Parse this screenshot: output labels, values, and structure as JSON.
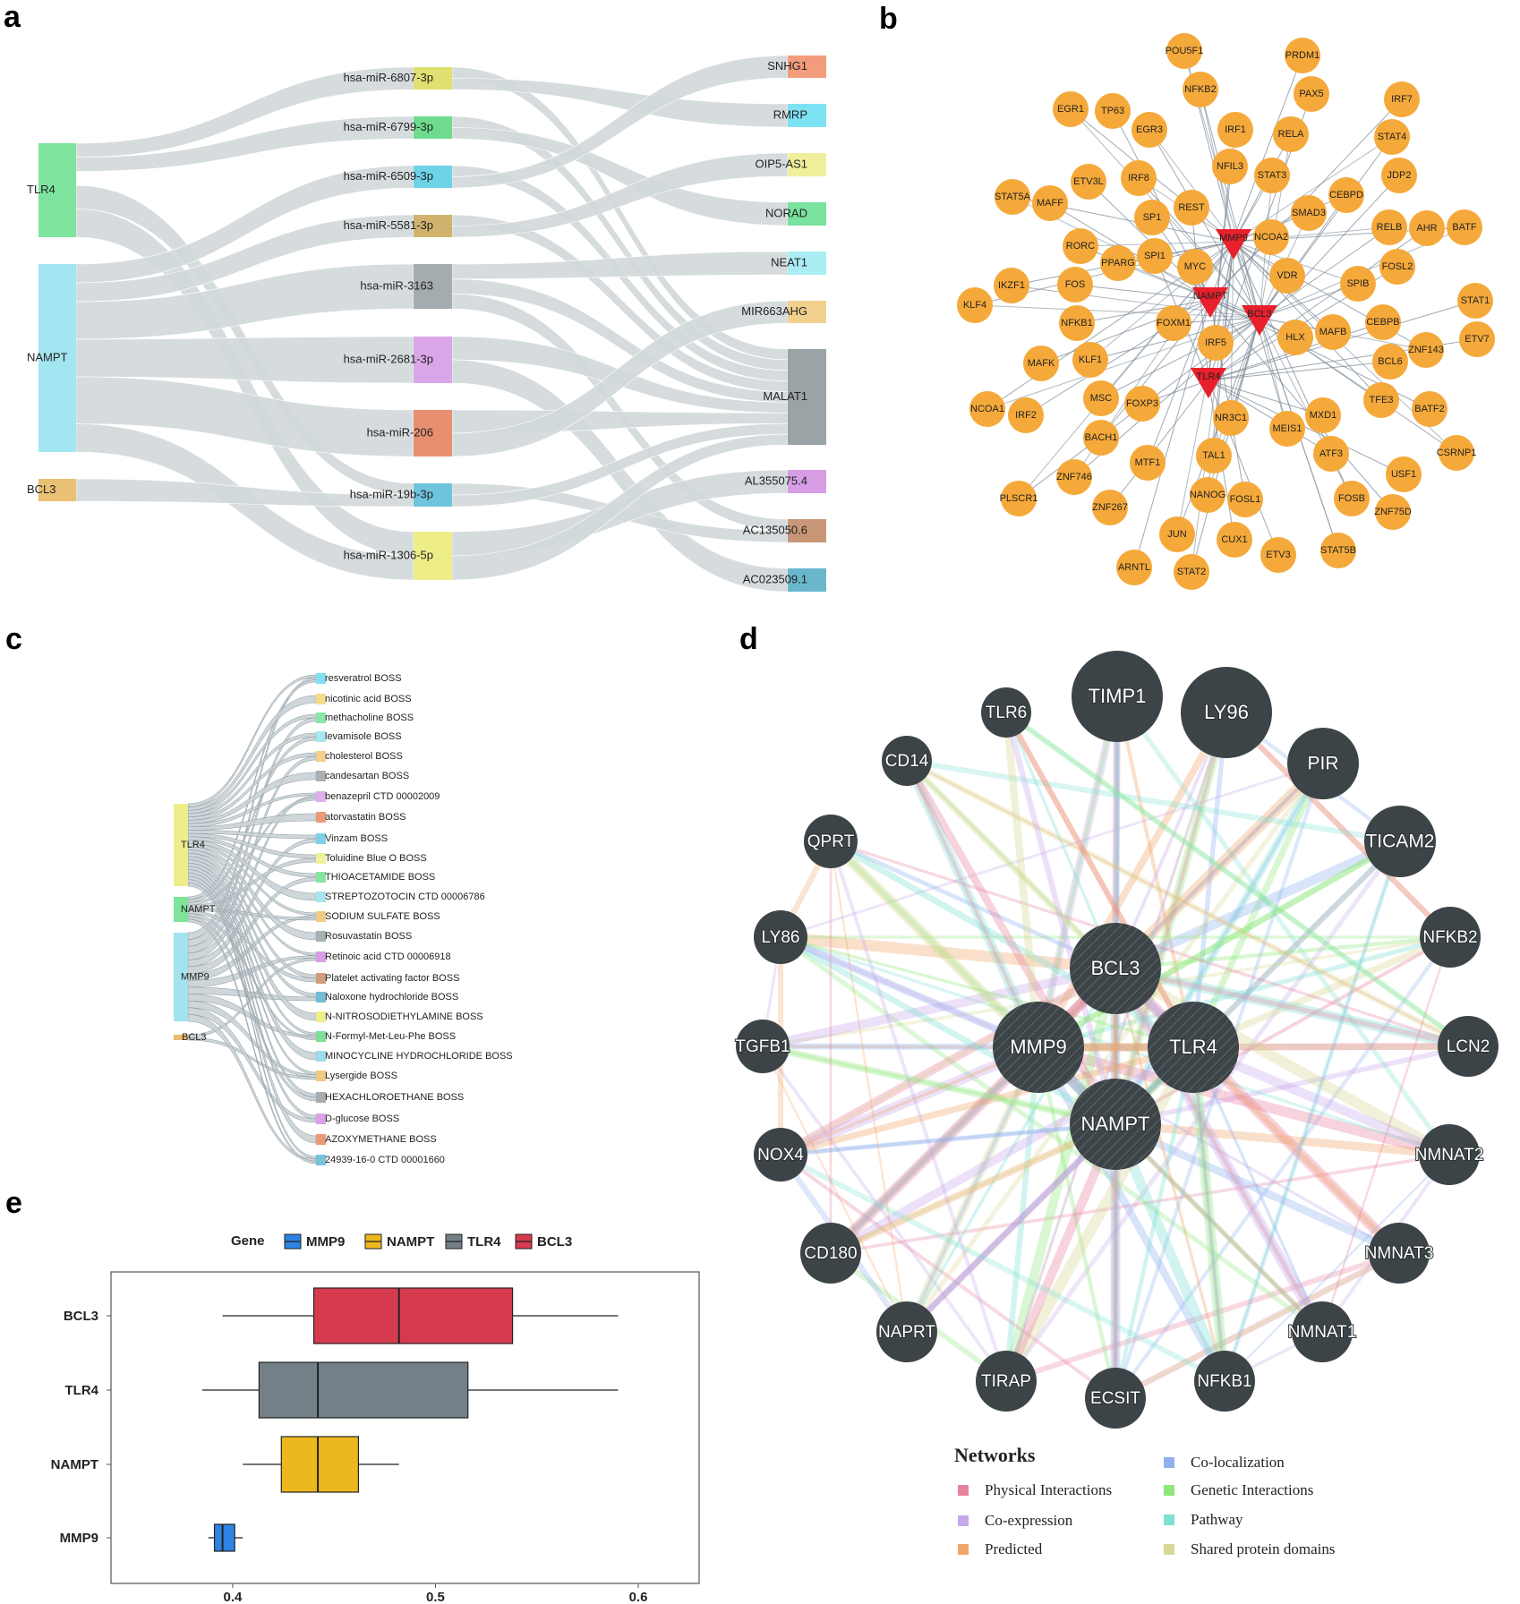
{
  "panels": {
    "a": "a",
    "b": "b",
    "c": "c",
    "d": "d",
    "e": "e"
  },
  "panel_a": {
    "genes": [
      "TLR4",
      "NAMPT",
      "BCL3"
    ],
    "mirnas": [
      "hsa-miR-6807-3p",
      "hsa-miR-6799-3p",
      "hsa-miR-6509-3p",
      "hsa-miR-5581-3p",
      "hsa-miR-3163",
      "hsa-miR-2681-3p",
      "hsa-miR-206",
      "hsa-miR-19b-3p",
      "hsa-miR-1306-5p"
    ],
    "lncrnas": [
      "SNHG1",
      "RMRP",
      "OIP5-AS1",
      "NORAD",
      "NEAT1",
      "MIR663AHG",
      "MALAT1",
      "AL355075.4",
      "AC135050.6",
      "AC023509.1"
    ],
    "colors": {
      "TLR4": "#7fe3a0",
      "NAMPT": "#a3e5f0",
      "BCL3": "#e9c074",
      "hsa-miR-6807-3p": "#dfe070",
      "hsa-miR-6799-3p": "#6fdb8e",
      "hsa-miR-6509-3p": "#6fd3e8",
      "hsa-miR-5581-3p": "#d1b36e",
      "hsa-miR-3163": "#a4acaf",
      "hsa-miR-2681-3p": "#dba6e8",
      "hsa-miR-206": "#e88f6f",
      "hsa-miR-19b-3p": "#6ec4dc",
      "hsa-miR-1306-5p": "#eeee88",
      "SNHG1": "#f29c7c",
      "RMRP": "#7ee2f5",
      "OIP5-AS1": "#f0f09c",
      "NORAD": "#79e29d",
      "NEAT1": "#aaeef4",
      "MIR663AHG": "#f2d08e",
      "MALAT1": "#9aa3a6",
      "AL355075.4": "#d79ee6",
      "AC135050.6": "#c99777",
      "AC023509.1": "#6ab7cc"
    }
  },
  "panel_b": {
    "hubs": [
      "MMP9",
      "NAMPT",
      "BCL3",
      "TLR4"
    ],
    "tfs": [
      "POU5F1",
      "PRDM1",
      "NFKB2",
      "PAX5",
      "EGR1",
      "TP63",
      "EGR3",
      "IRF1",
      "RELA",
      "IRF7",
      "STAT4",
      "NFIL3",
      "STAT3",
      "ETV3L",
      "IRF8",
      "JDP2",
      "STAT5A",
      "MAFF",
      "CEBPD",
      "REST",
      "SMAD3",
      "SP1",
      "RELB",
      "AHR",
      "BATF",
      "NCOA2",
      "RORC",
      "SPI1",
      "PPARG",
      "MYC",
      "VDR",
      "FOSL2",
      "IKZF1",
      "FOS",
      "SPIB",
      "STAT1",
      "KLF4",
      "NFKB1",
      "FOXM1",
      "CEBPB",
      "MAFB",
      "HLX",
      "IRF5",
      "ETV7",
      "ZNF143",
      "MAFK",
      "KLF1",
      "BCL6",
      "NCOA1",
      "IRF2",
      "MSC",
      "FOXP3",
      "TFE3",
      "BATF2",
      "NR3C1",
      "MXD1",
      "MEIS1",
      "BACH1",
      "CSRNP1",
      "ATF3",
      "TAL1",
      "MTF1",
      "ZNF746",
      "USF1",
      "NANOG",
      "FOSL1",
      "PLSCR1",
      "ZNF267",
      "FOSB",
      "ZNF75D",
      "JUN",
      "CUX1",
      "STAT5B",
      "ARNTL",
      "STAT2",
      "ETV3"
    ],
    "colors": {
      "tf": "#f5a93a",
      "hub": "#e8202c",
      "edge": "#7d8c99"
    }
  },
  "panel_c": {
    "genes": [
      "TLR4",
      "NAMPT",
      "MMP9",
      "BCL3"
    ],
    "drugs": [
      "resveratrol BOSS",
      "nicotinic acid BOSS",
      "methacholine BOSS",
      "levamisole BOSS",
      "cholesterol BOSS",
      "candesartan BOSS",
      "benazepril CTD 00002009",
      "atorvastatin BOSS",
      "Vinzam BOSS",
      "Toluidine Blue O BOSS",
      "THIOACETAMIDE BOSS",
      "STREPTOZOTOCIN CTD 00006786",
      "SODIUM SULFATE BOSS",
      "Rosuvastatin BOSS",
      "Retinoic acid CTD 00006918",
      "Platelet activating factor BOSS",
      "Naloxone hydrochloride BOSS",
      "N-NITROSODIETHYLAMINE BOSS",
      "N-Formyl-Met-Leu-Phe BOSS",
      "MINOCYCLINE HYDROCHLORIDE BOSS",
      "Lysergide BOSS",
      "HEXACHLOROETHANE BOSS",
      "D-glucose BOSS",
      "AZOXYMETHANE BOSS",
      "24939-16-0 CTD 00001660"
    ],
    "gene_colors": {
      "TLR4": "#eded8a",
      "NAMPT": "#7fe39a",
      "MMP9": "#a3e2ef",
      "BCL3": "#e9bd6f"
    },
    "drug_colors": [
      "#82e0f0",
      "#f4dc8a",
      "#8be6a8",
      "#a7e8f0",
      "#f4cf8e",
      "#a9b0b3",
      "#dfb0ec",
      "#ec9a7a",
      "#80d1e8",
      "#f0f09a",
      "#86e49f",
      "#a6e5ef",
      "#f1cb86",
      "#a6afb2",
      "#d89de4",
      "#cf9e7f",
      "#76bcd4",
      "#eeee8c",
      "#7fdf98",
      "#9edcec",
      "#f1c982",
      "#a7adb0",
      "#dba2e8",
      "#eb9a79",
      "#78c3d9"
    ]
  },
  "panel_d": {
    "nodes": [
      "TIMP1",
      "LY96",
      "PIR",
      "TICAM2",
      "NFKB2",
      "LCN2",
      "NMNAT2",
      "NMNAT3",
      "NMNAT1",
      "NFKB1",
      "ECSIT",
      "TIRAP",
      "NAPRT",
      "CD180",
      "NOX4",
      "TGFB1",
      "LY86",
      "QPRT",
      "CD14",
      "TLR6",
      "BCL3",
      "MMP9",
      "TLR4",
      "NAMPT"
    ],
    "legend_title": "Networks",
    "legend": [
      {
        "label": "Physical Interactions",
        "color": "#e9829f"
      },
      {
        "label": "Co-expression",
        "color": "#c8a8ec"
      },
      {
        "label": "Predicted",
        "color": "#f2a66a"
      },
      {
        "label": "Co-localization",
        "color": "#8fb2ee"
      },
      {
        "label": "Genetic Interactions",
        "color": "#8ee77d"
      },
      {
        "label": "Pathway",
        "color": "#7ee0d3"
      },
      {
        "label": "Shared protein domains",
        "color": "#d6d896"
      }
    ]
  },
  "chart_data": {
    "type": "boxplot",
    "legend_title": "Gene",
    "xlim": [
      0.34,
      0.63
    ],
    "xticks": [
      0.4,
      0.5,
      0.6
    ],
    "xtick_labels": [
      "0.4",
      "0.5",
      "0.6"
    ],
    "categories": [
      "BCL3",
      "TLR4",
      "NAMPT",
      "MMP9"
    ],
    "legend_order": [
      "MMP9",
      "NAMPT",
      "TLR4",
      "BCL3"
    ],
    "series": [
      {
        "name": "BCL3",
        "color": "#d63a4f",
        "min": 0.395,
        "q1": 0.44,
        "median": 0.482,
        "q3": 0.538,
        "max": 0.59
      },
      {
        "name": "TLR4",
        "color": "#748087",
        "min": 0.385,
        "q1": 0.413,
        "median": 0.442,
        "q3": 0.516,
        "max": 0.59
      },
      {
        "name": "NAMPT",
        "color": "#ecb81e",
        "min": 0.405,
        "q1": 0.424,
        "median": 0.442,
        "q3": 0.462,
        "max": 0.482
      },
      {
        "name": "MMP9",
        "color": "#2d84e3",
        "min": 0.388,
        "q1": 0.391,
        "median": 0.395,
        "q3": 0.401,
        "max": 0.405
      }
    ]
  }
}
